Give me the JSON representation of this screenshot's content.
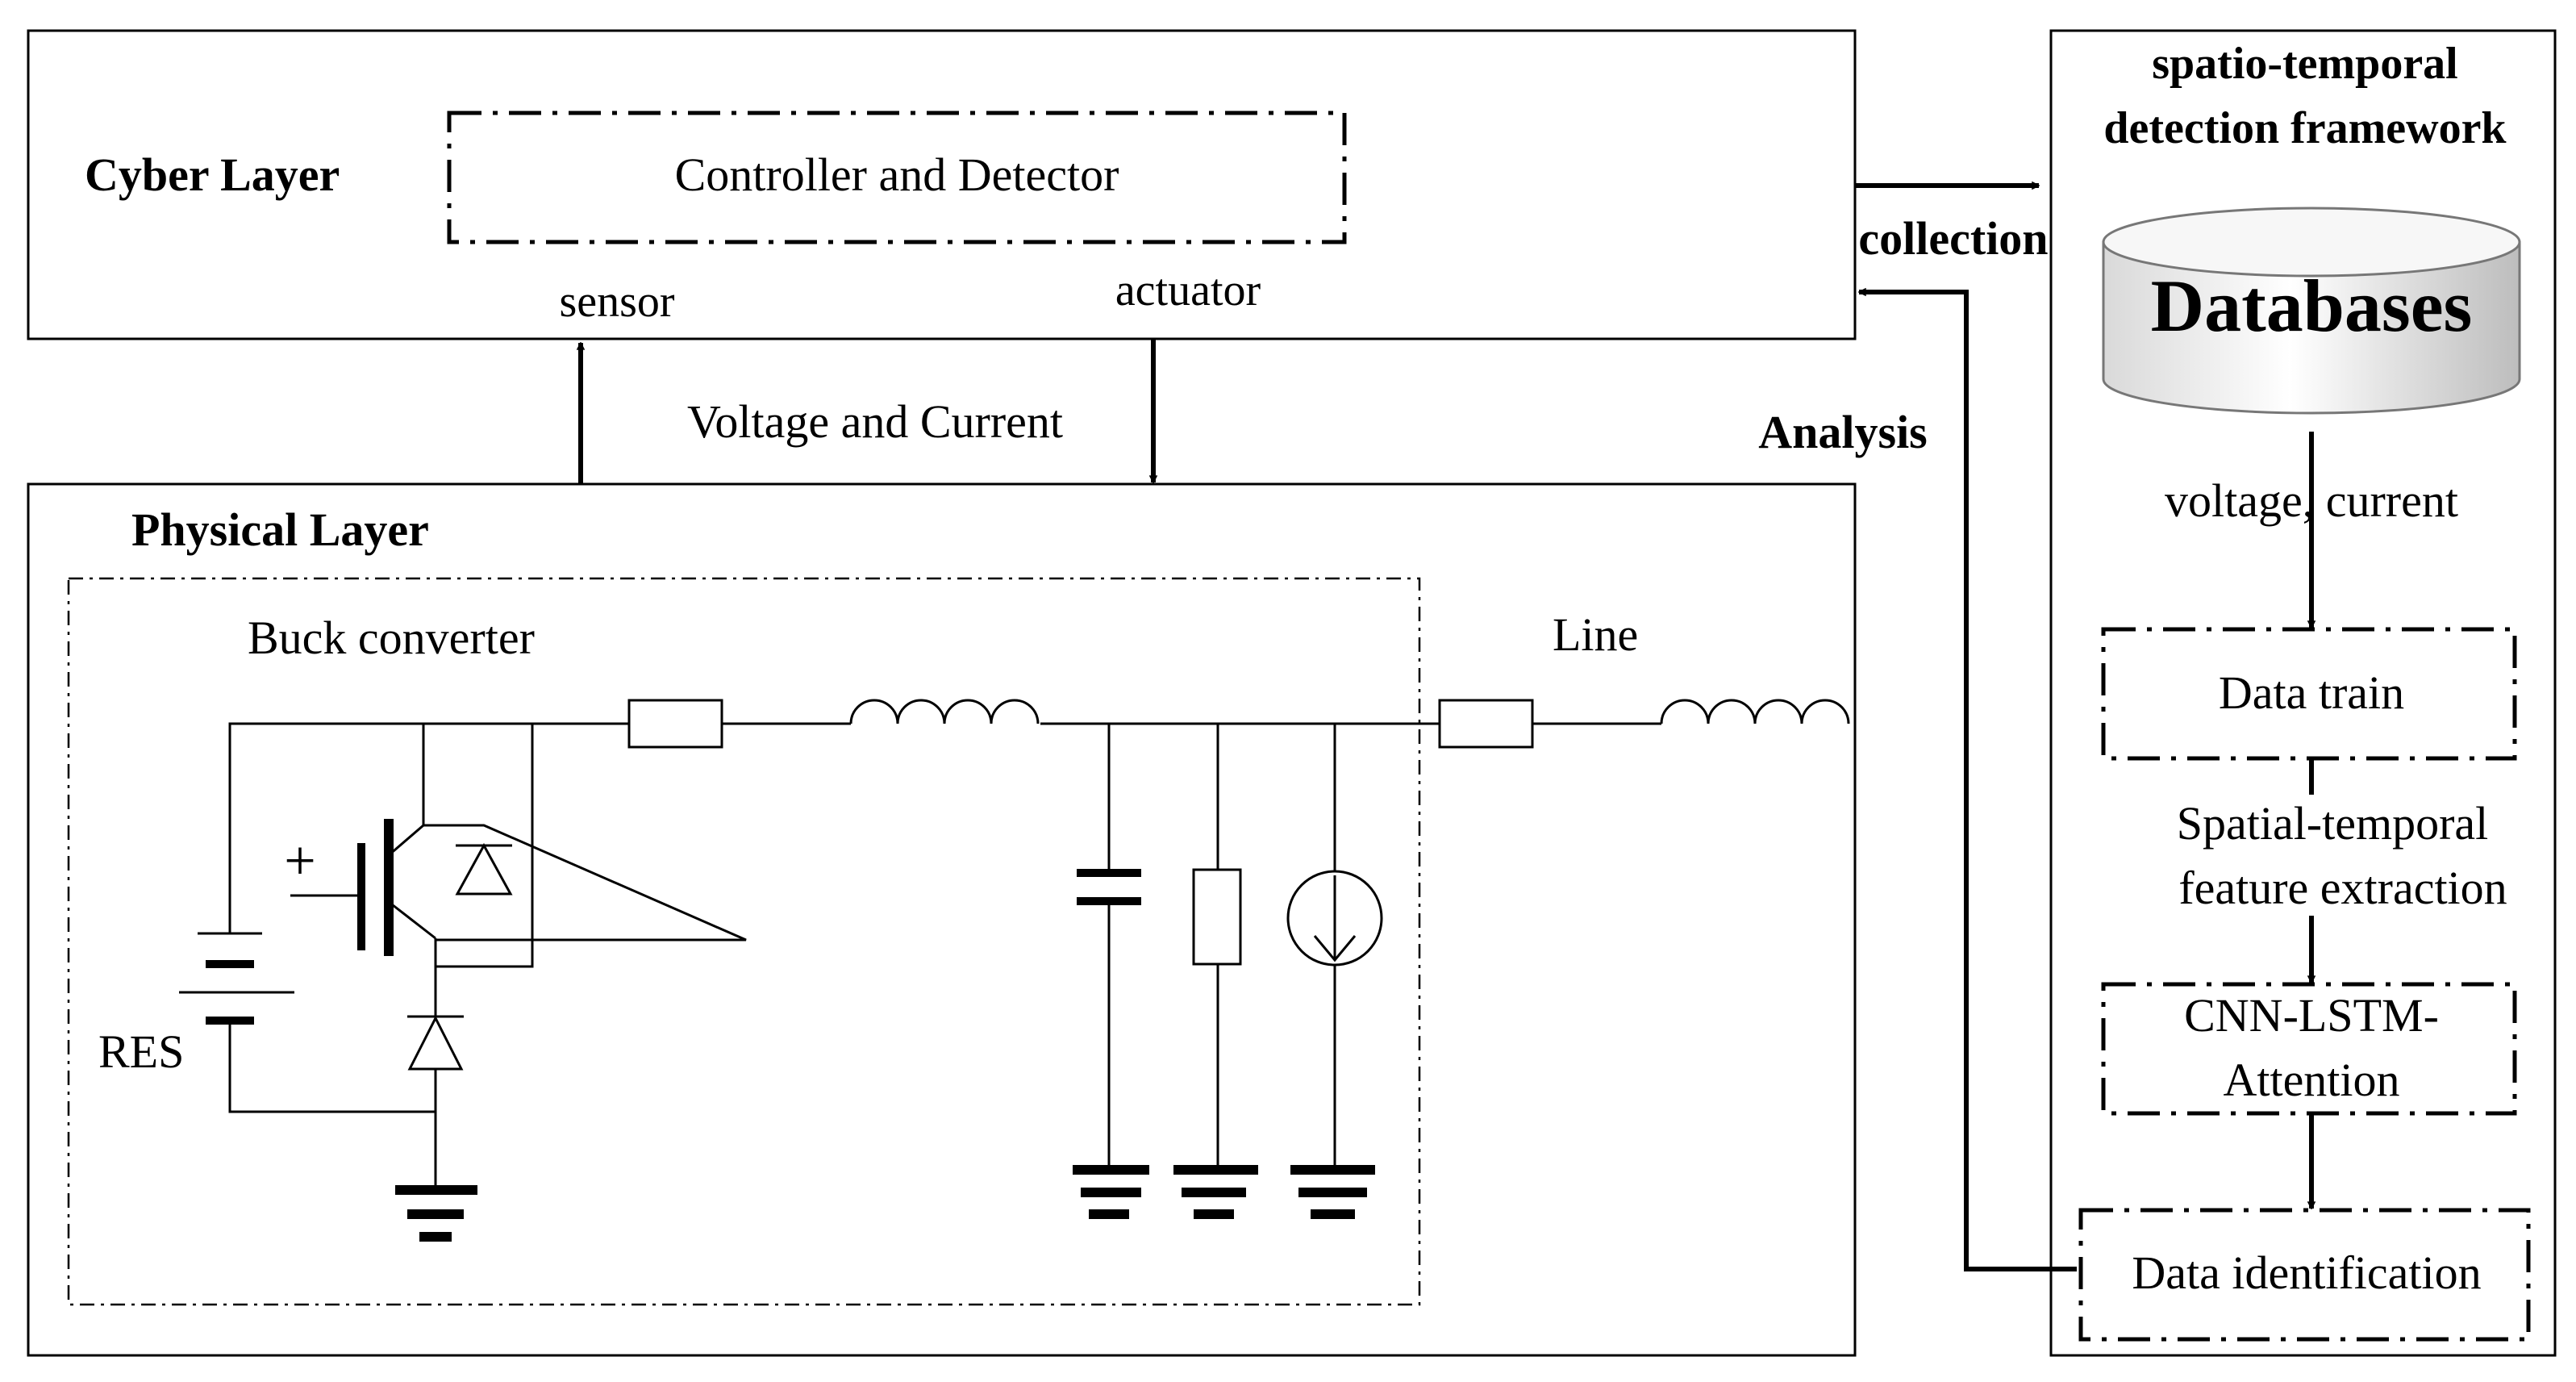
{
  "cyber_layer": {
    "title": "Cyber Layer",
    "controller_label": "Controller and Detector",
    "sensor_label": "sensor",
    "actuator_label": "actuator"
  },
  "signal_label": "Voltage and Current",
  "physical_layer": {
    "title": "Physical Layer",
    "buck_label": "Buck converter",
    "line_label": "Line",
    "res_label": "RES",
    "plus_label": "+"
  },
  "links": {
    "collection_label": "collection",
    "analysis_label": "Analysis"
  },
  "framework": {
    "title_line1": "spatio-temporal",
    "title_line2": "detection framework",
    "database_label": "Databases",
    "voltage_current_label": "voltage, current",
    "data_train_label": "Data train",
    "feature_line1": "Spatial-temporal",
    "feature_line2": "feature extraction",
    "model_line1": "CNN-LSTM-",
    "model_line2": "Attention",
    "identification_label": "Data identification"
  }
}
